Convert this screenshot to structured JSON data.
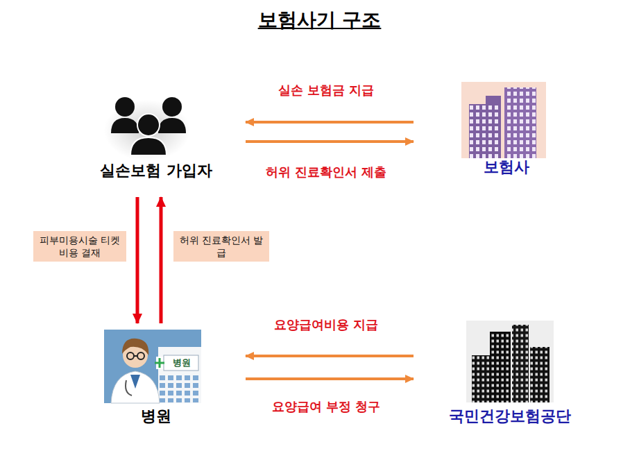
{
  "diagram": {
    "title": "보험사기 구조",
    "nodes": [
      {
        "text": [
          "실손보험 가입자"
        ]
      },
      {
        "text": [
          "보험사"
        ]
      },
      {
        "text": [
          "병원"
        ]
      },
      {
        "text": [
          "국민건강보험공단"
        ]
      }
    ],
    "edges": [
      {
        "from": 1,
        "to": 0,
        "label": "실손 보험금 지급",
        "arrow": "to"
      },
      {
        "from": 0,
        "to": 1,
        "label": "허위 진료확인서 제출",
        "arrow": "to"
      },
      {
        "from": 0,
        "to": 2,
        "label": "피부미용시술 티켓비용 결재",
        "arrow": "to"
      },
      {
        "from": 2,
        "to": 0,
        "label": "허위 진료확인서 발급",
        "arrow": "to"
      },
      {
        "from": 3,
        "to": 2,
        "label": "요양급여비용 지급",
        "arrow": "to"
      },
      {
        "from": 2,
        "to": 3,
        "label": "요양급여 부정 청구",
        "arrow": "to"
      }
    ],
    "labels": [
      "병원"
    ]
  }
}
